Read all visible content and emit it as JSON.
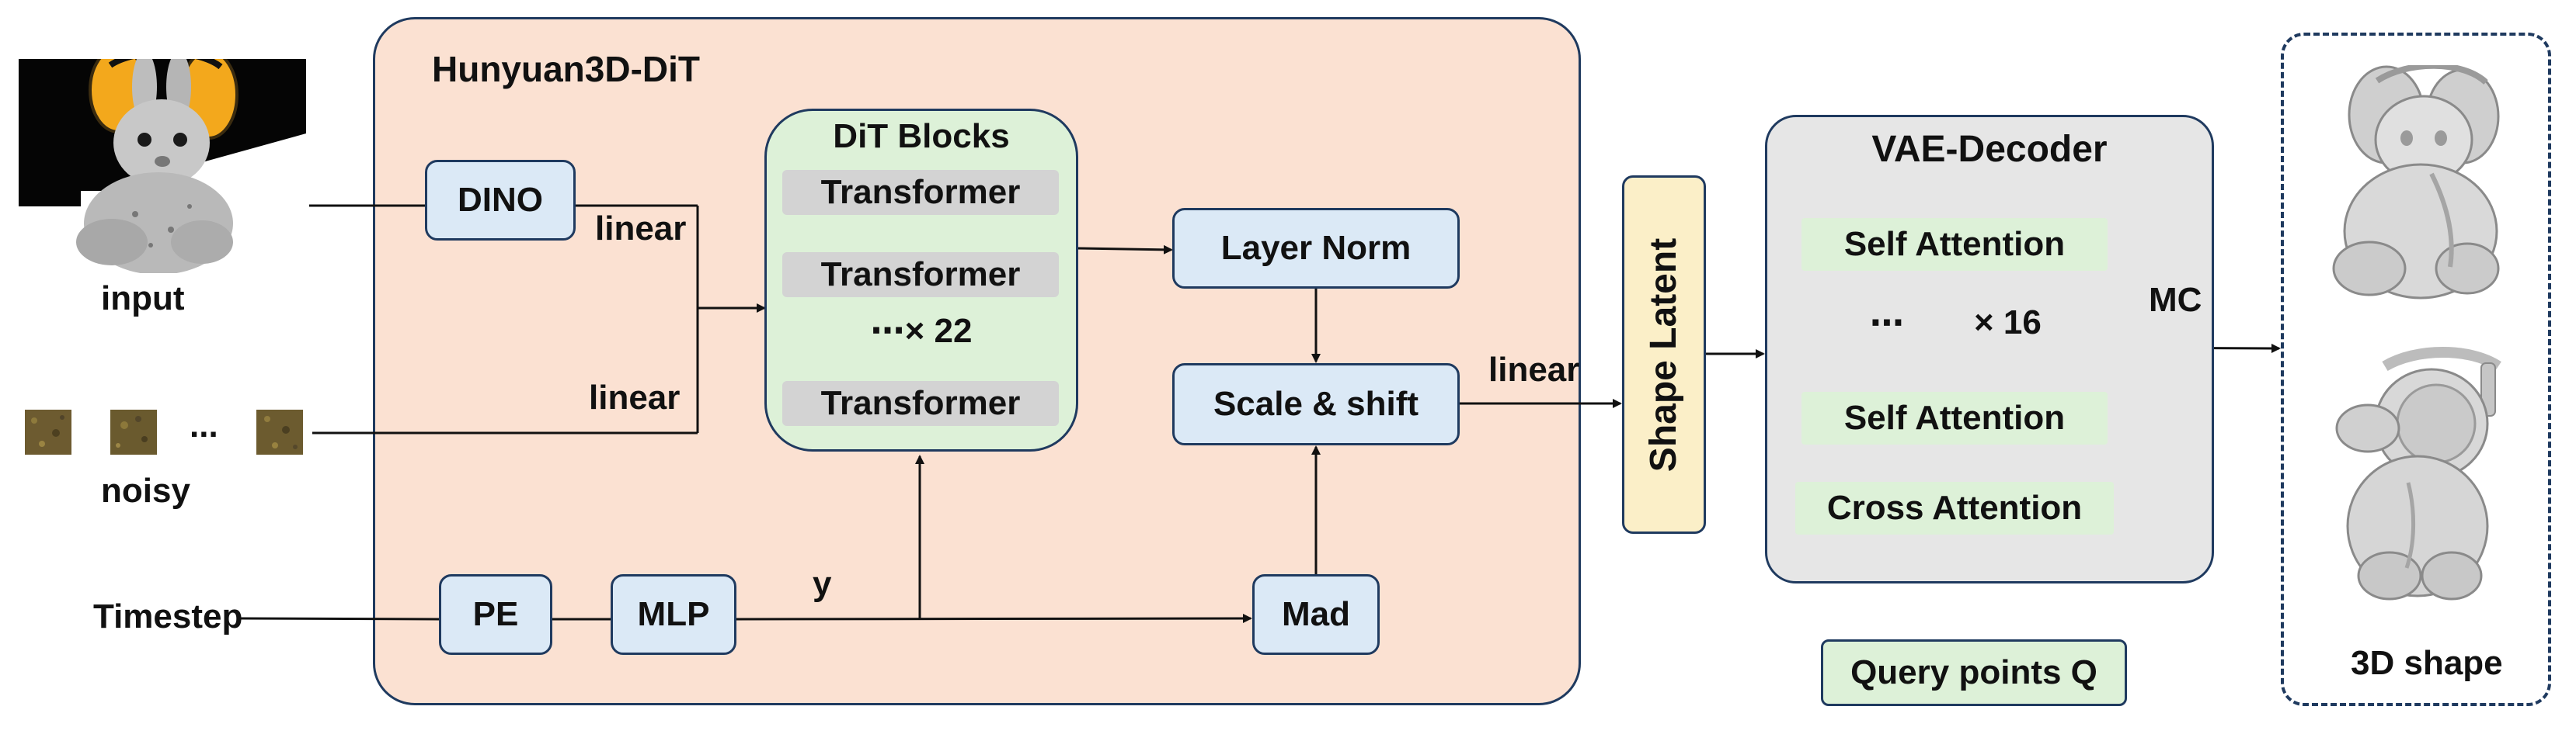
{
  "hunyuan_panel": {
    "title": "Hunyuan3D-DiT"
  },
  "inputs": {
    "input_label": "input",
    "noisy_label": "noisy",
    "noisy_ellipsis": "...",
    "timestep_label": "Timestep"
  },
  "dino": {
    "label": "DINO"
  },
  "linear_top": "linear",
  "linear_bottom": "linear",
  "dit_blocks": {
    "title": "DiT Blocks",
    "transformer_1": "Transformer",
    "transformer_2": "Transformer",
    "repeat": "⋯× 22",
    "transformer_3": "Transformer"
  },
  "layer_norm": {
    "label": "Layer Norm"
  },
  "scale_shift": {
    "label": "Scale & shift"
  },
  "linear_out": "linear",
  "pe": {
    "label": "PE"
  },
  "mlp": {
    "label": "MLP"
  },
  "y_label": "y",
  "mad": {
    "label": "Mad"
  },
  "shape_latent": {
    "label": "Shape Latent"
  },
  "vae_decoder": {
    "title": "VAE-Decoder",
    "self_attention_1": "Self Attention",
    "ellipsis": "⋯",
    "repeat": "× 16",
    "self_attention_2": "Self Attention",
    "cross_attention": "Cross Attention"
  },
  "query_points": {
    "label": "Query points Q"
  },
  "mc_label": "MC",
  "output": {
    "label": "3D shape"
  },
  "colors": {
    "panel_peach": "#fbe1d2",
    "box_blue": "#dbe9f6",
    "box_green": "#ddf1d8",
    "vae_gray": "#e6e6e6",
    "latent_yellow": "#fbefc8",
    "border_navy": "#1f3a5f"
  }
}
